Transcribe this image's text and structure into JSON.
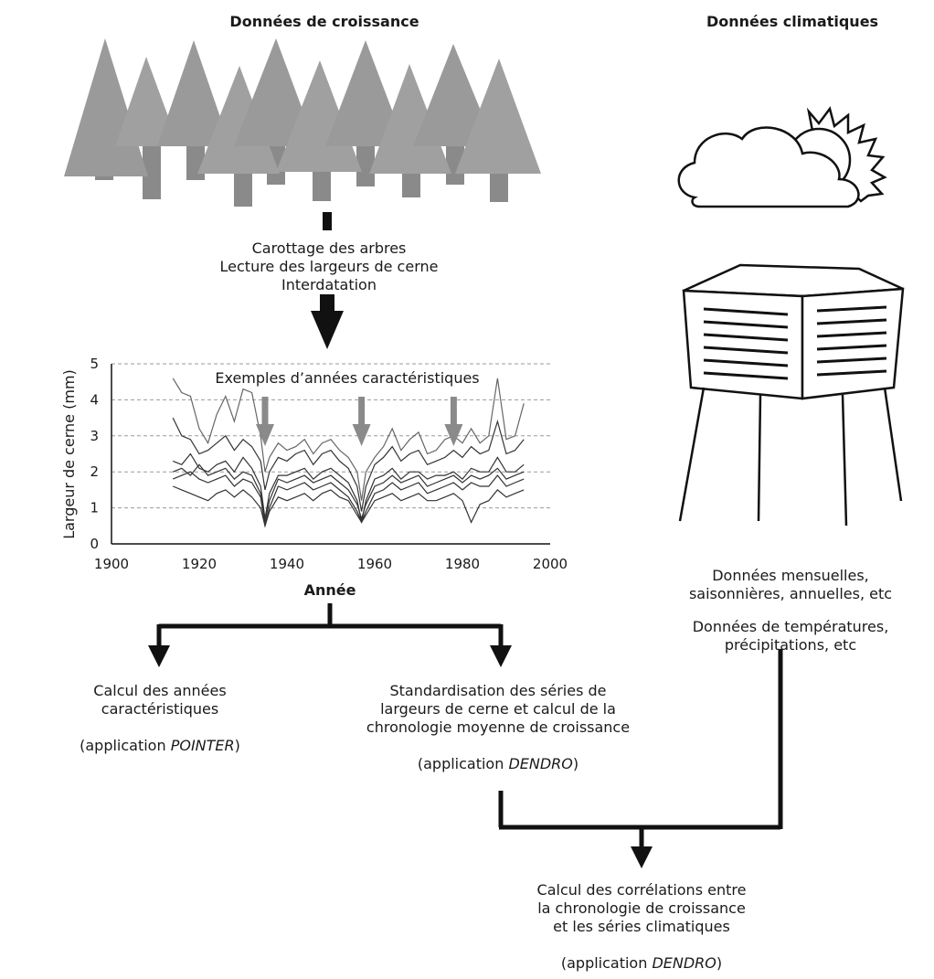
{
  "left_header": "Données de croissance",
  "right_header": "Données climatiques",
  "step1": {
    "line1": "Carottage des arbres",
    "line2": "Lecture des largeurs de cerne",
    "line3": "Interdatation"
  },
  "chart_data": {
    "type": "line",
    "annotation": "Exemples d’années caractéristiques",
    "xlabel": "Année",
    "ylabel": "Largeur de cerne (mm)",
    "xlim": [
      1900,
      2000
    ],
    "ylim": [
      0,
      5
    ],
    "x_ticks": [
      "1900",
      "1920",
      "1940",
      "1960",
      "1980",
      "2000"
    ],
    "y_ticks": [
      "0",
      "1",
      "2",
      "3",
      "4",
      "5"
    ],
    "grid": "horizontal dashed",
    "characteristic_years": [
      1935,
      1957,
      1978
    ],
    "x": [
      1914,
      1916,
      1918,
      1920,
      1922,
      1924,
      1926,
      1928,
      1930,
      1932,
      1934,
      1935,
      1936,
      1938,
      1940,
      1942,
      1944,
      1946,
      1948,
      1950,
      1952,
      1954,
      1956,
      1957,
      1958,
      1960,
      1962,
      1964,
      1966,
      1968,
      1970,
      1972,
      1974,
      1976,
      1978,
      1980,
      1982,
      1984,
      1986,
      1988,
      1990,
      1992,
      1994
    ],
    "series": [
      {
        "values": [
          4.6,
          4.2,
          4.1,
          3.2,
          2.8,
          3.6,
          4.1,
          3.4,
          4.3,
          4.2,
          3.0,
          2.0,
          2.4,
          2.8,
          2.6,
          2.7,
          2.9,
          2.5,
          2.8,
          2.9,
          2.6,
          2.4,
          2.0,
          1.2,
          2.0,
          2.4,
          2.7,
          3.2,
          2.6,
          2.9,
          3.1,
          2.5,
          2.6,
          2.9,
          3.0,
          2.8,
          3.2,
          2.8,
          3.0,
          4.6,
          2.9,
          3.0,
          3.9
        ]
      },
      {
        "values": [
          3.5,
          3.0,
          2.9,
          2.5,
          2.6,
          2.8,
          3.0,
          2.6,
          2.9,
          2.7,
          2.3,
          1.5,
          2.0,
          2.4,
          2.3,
          2.5,
          2.6,
          2.2,
          2.5,
          2.6,
          2.3,
          2.1,
          1.6,
          0.9,
          1.6,
          2.2,
          2.4,
          2.7,
          2.3,
          2.5,
          2.6,
          2.2,
          2.3,
          2.4,
          2.6,
          2.4,
          2.7,
          2.5,
          2.6,
          3.4,
          2.5,
          2.6,
          2.9
        ]
      },
      {
        "values": [
          2.3,
          2.2,
          2.5,
          2.1,
          2.0,
          2.2,
          2.3,
          2.0,
          2.4,
          2.1,
          1.6,
          0.7,
          1.4,
          1.9,
          1.9,
          2.0,
          2.1,
          1.8,
          2.0,
          2.1,
          1.9,
          1.7,
          1.2,
          0.6,
          1.2,
          1.8,
          1.9,
          2.1,
          1.8,
          2.0,
          2.0,
          1.8,
          1.9,
          1.9,
          2.0,
          1.8,
          2.1,
          2.0,
          2.0,
          2.4,
          2.0,
          2.0,
          2.2
        ]
      },
      {
        "values": [
          2.0,
          2.1,
          1.9,
          2.2,
          1.9,
          2.0,
          2.1,
          1.8,
          2.0,
          1.9,
          1.4,
          0.6,
          1.2,
          1.8,
          1.7,
          1.8,
          1.9,
          1.7,
          1.8,
          1.9,
          1.7,
          1.5,
          1.1,
          0.7,
          1.1,
          1.6,
          1.7,
          1.9,
          1.7,
          1.8,
          1.9,
          1.6,
          1.7,
          1.8,
          1.9,
          1.7,
          1.9,
          1.8,
          1.9,
          2.1,
          1.8,
          1.9,
          2.0
        ]
      },
      {
        "values": [
          1.8,
          1.9,
          2.0,
          1.8,
          1.7,
          1.8,
          1.9,
          1.6,
          1.8,
          1.7,
          1.3,
          0.5,
          1.0,
          1.6,
          1.5,
          1.6,
          1.7,
          1.5,
          1.6,
          1.7,
          1.5,
          1.3,
          0.9,
          0.6,
          0.9,
          1.4,
          1.5,
          1.7,
          1.5,
          1.6,
          1.7,
          1.4,
          1.5,
          1.6,
          1.7,
          1.5,
          1.7,
          1.6,
          1.6,
          1.9,
          1.6,
          1.7,
          1.8
        ]
      },
      {
        "values": [
          1.6,
          1.5,
          1.4,
          1.3,
          1.2,
          1.4,
          1.5,
          1.3,
          1.5,
          1.3,
          1.0,
          0.5,
          0.9,
          1.3,
          1.2,
          1.3,
          1.4,
          1.2,
          1.4,
          1.5,
          1.3,
          1.2,
          0.8,
          0.6,
          0.8,
          1.2,
          1.3,
          1.4,
          1.2,
          1.3,
          1.4,
          1.2,
          1.2,
          1.3,
          1.4,
          1.2,
          0.6,
          1.1,
          1.2,
          1.5,
          1.3,
          1.4,
          1.5
        ]
      }
    ]
  },
  "branch_left": {
    "line1": "Calcul des années",
    "line2": "caractéristiques",
    "app_prefix": "(application ",
    "app_name": "POINTER",
    "app_suffix": ")"
  },
  "branch_mid": {
    "line1": "Standardisation des séries de",
    "line2": "largeurs de cerne et calcul de la",
    "line3": "chronologie moyenne de croissance",
    "app_prefix": "(application ",
    "app_name": "DENDRO",
    "app_suffix": ")"
  },
  "climate_text": {
    "line1": "Données mensuelles,",
    "line2": "saisonnières, annuelles, etc",
    "line3": "Données de températures,",
    "line4": "précipitations, etc"
  },
  "final": {
    "line1": "Calcul des corrélations entre",
    "line2": "la chronologie de croissance",
    "line3": "et les séries climatiques",
    "app_prefix": "(application ",
    "app_name": "DENDRO",
    "app_suffix": ")"
  }
}
